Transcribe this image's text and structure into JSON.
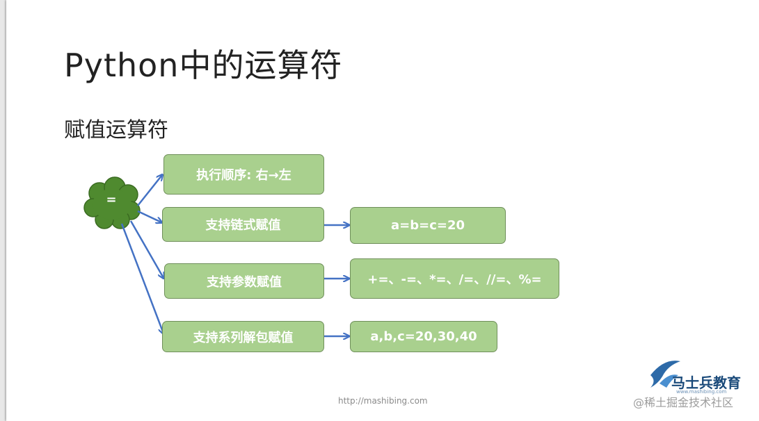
{
  "slide": {
    "title": "Python中的运算符",
    "subtitle": "赋值运算符",
    "footer_url": "http://mashibing.com"
  },
  "diagram": {
    "root": "=",
    "nodes": {
      "exec_order": "执行顺序:     右→左",
      "chain": "支持链式赋值",
      "param": "支持参数赋值",
      "unpack": "支持系列解包赋值"
    },
    "examples": {
      "chain": "a=b=c=20",
      "param": "+=、-=、*=、/=、//=、%=",
      "unpack": "a,b,c=20,30,40"
    },
    "colors": {
      "box_fill": "#a9d08e",
      "cloud_fill": "#4f8a2f",
      "arrow": "#4472c4"
    }
  },
  "branding": {
    "logo_name": "马士兵教育",
    "logo_sub": "www.mashibing.com",
    "watermark": "@稀土掘金技术社区"
  }
}
